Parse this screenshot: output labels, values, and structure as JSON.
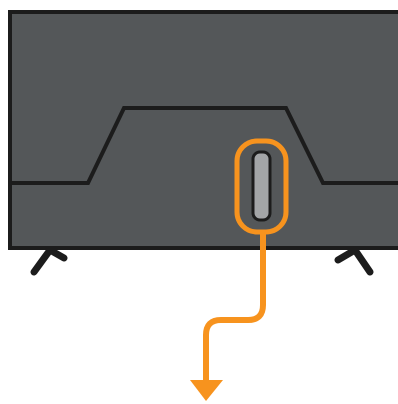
{
  "illustration": {
    "subject": "tv-back-panel",
    "highlight": "port-highlight",
    "arrow_direction": "down"
  },
  "colors": {
    "background": "#ffffff",
    "tv_body": "#545759",
    "outline": "#1c1c1c",
    "highlight_accent": "#f7931e",
    "port_fill": "#a3a5a7"
  }
}
